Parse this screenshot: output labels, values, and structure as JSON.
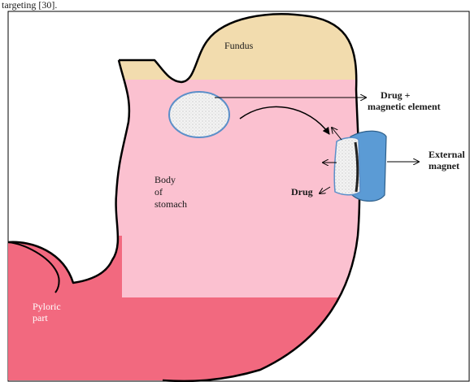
{
  "header": {
    "text": "targeting [30]."
  },
  "labels": {
    "fundus": "Fundus",
    "drug_magnetic_line1": "Drug +",
    "drug_magnetic_line2": "magnetic element",
    "external_line1": "External",
    "external_line2": "magnet",
    "body_line1": "Body",
    "body_line2": "of",
    "body_line3": "stomach",
    "drug": "Drug",
    "pyloric_line1": "Pyloric",
    "pyloric_line2": "part"
  },
  "colors": {
    "fundus": "#f2dcae",
    "body": "#fbc1d0",
    "lower_band": "#f2697f",
    "pyloric": "#f2697f",
    "outline": "#000000",
    "magnet": "#5b9bd5",
    "particle_border": "#5b8fc9",
    "particle_fill": "#f1f1f1"
  }
}
